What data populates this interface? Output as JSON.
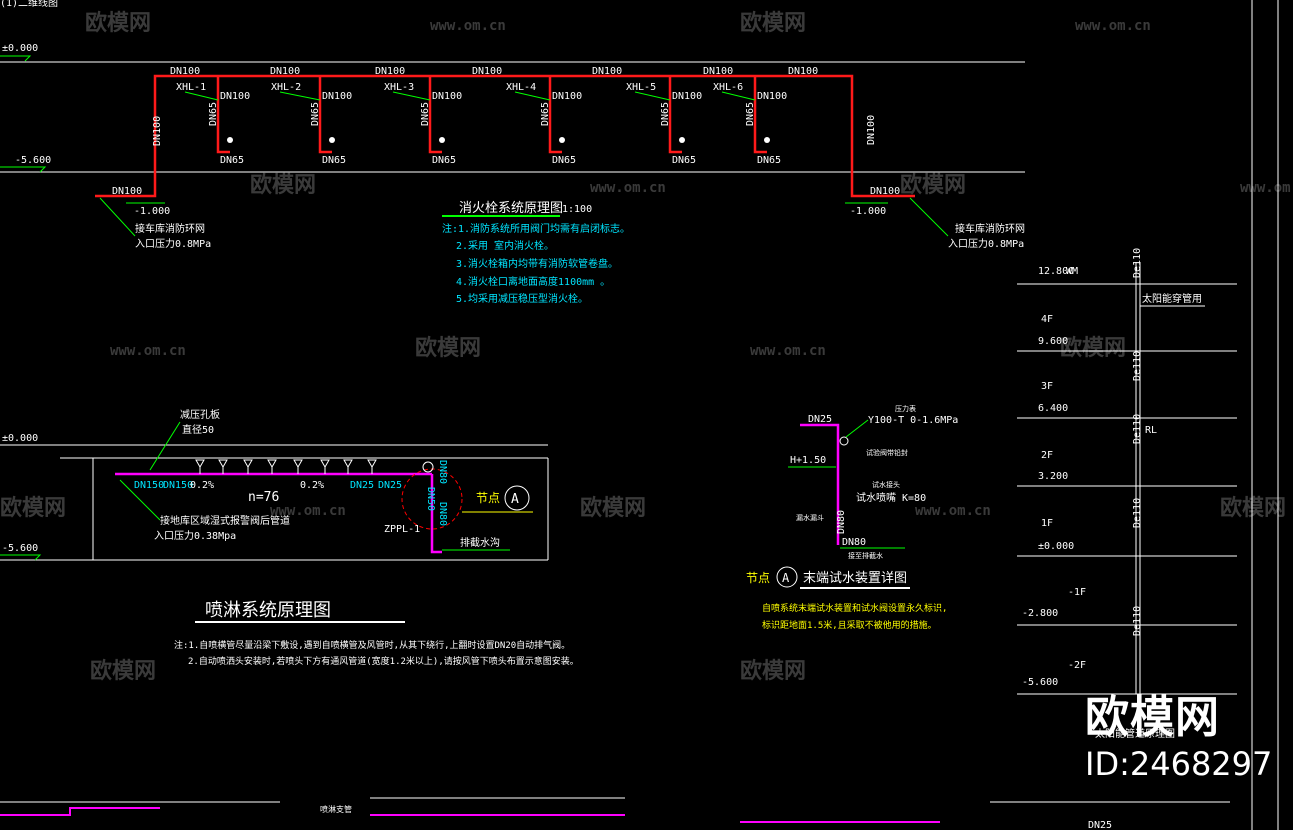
{
  "top_label": "(1)二维线图",
  "hydrant_system": {
    "elev_top": "±0.000",
    "elev_left": "-5.600",
    "main_pipe": "DN100",
    "risers": [
      "XHL-1",
      "XHL-2",
      "XHL-3",
      "XHL-4",
      "XHL-5",
      "XHL-6"
    ],
    "branch_dn100": "DN100",
    "branch_dn65": "DN65",
    "left_feed": {
      "pipe": "DN100",
      "elev": "-1.000",
      "label": "接车库消防环网",
      "pressure": "入口压力0.8MPa"
    },
    "right_feed": {
      "pipe": "DN100",
      "elev": "-1.000",
      "label": "接车库消防环网",
      "pressure": "入口压力0.8MPa"
    },
    "title": "消火栓系统原理图",
    "scale": "1:100",
    "notes": [
      "注:1.消防系统所用阀门均需有启闭标志。",
      "2.采用 室内消火栓。",
      "3.消火栓箱内均带有消防软管卷盘。",
      "4.消火栓口离地面高度1100mm 。",
      "5.均采用减压稳压型消火栓。"
    ]
  },
  "sprinkler_system": {
    "elev_top": "±0.000",
    "elev_bottom": "-5.600",
    "callout_top": "减压孔板",
    "callout_dia": "直径50",
    "pipe_labels": [
      "DN150",
      "DN150",
      "0.2%",
      "0.2%",
      "DN25",
      "DN25"
    ],
    "count": "n=76",
    "riser_labels": [
      "DN80",
      "DN50",
      "DN80"
    ],
    "riser_name": "ZPPL-1",
    "node": "节点",
    "node_letter": "A",
    "drain": "排截水沟",
    "feed_label": "接地库区域湿式报警阀后管道",
    "feed_pressure": "入口压力0.38Mpa",
    "title": "喷淋系统原理图",
    "notes": [
      "注:1.自喷横管尽量沿梁下敷设,遇到自喷横管及风管时,从其下绕行,上翻时设置DN20自动排气阀。",
      "2.自动喷洒头安装时,若喷头下方有通风管道(宽度1.2米以上),请按风管下喷头布置示意图安装。"
    ]
  },
  "test_device": {
    "dn25": "DN25",
    "gauge": "Y100-T 0-1.6MPa",
    "gauge_note": "压力表",
    "elev": "H+1.50",
    "valve": "试验阀带铅封",
    "nozzle": "试水接头",
    "k": "试水喷嘴 K=80",
    "funnel": "漏水漏斗",
    "dn80_a": "DN80",
    "dn80_b": "DN80",
    "drain": "接至排截水",
    "node": "节点",
    "letter": "A",
    "title": "末端试水装置详图",
    "notes": [
      "自喷系统末端试水装置和试水阀设置永久标识,",
      "标识距地面1.5米,且采取不被他用的措施。"
    ]
  },
  "solar_riser": {
    "elevations": [
      "12.800",
      "9.600",
      "6.400",
      "3.200",
      "±0.000",
      "-2.800",
      "-5.600"
    ],
    "wm": "WM",
    "floors": [
      "4F",
      "3F",
      "2F",
      "1F",
      "-1F",
      "-2F"
    ],
    "pipe": "De110",
    "label": "太阳能穿管用",
    "rl": "RL",
    "title": "太阳能管道原理图"
  },
  "bottom": {
    "label": "喷淋支管",
    "dn25": "DN25"
  },
  "watermark": {
    "brand": "欧模网",
    "url": "www.om.cn"
  },
  "brand": {
    "name": "欧模网",
    "id": "ID:2468297"
  },
  "colors": {
    "red": "#ff1a1a",
    "magenta": "#ff00ff",
    "green": "#00ff00",
    "cyan": "#00e5ff",
    "yellow": "#ffff00",
    "white": "#ffffff"
  }
}
